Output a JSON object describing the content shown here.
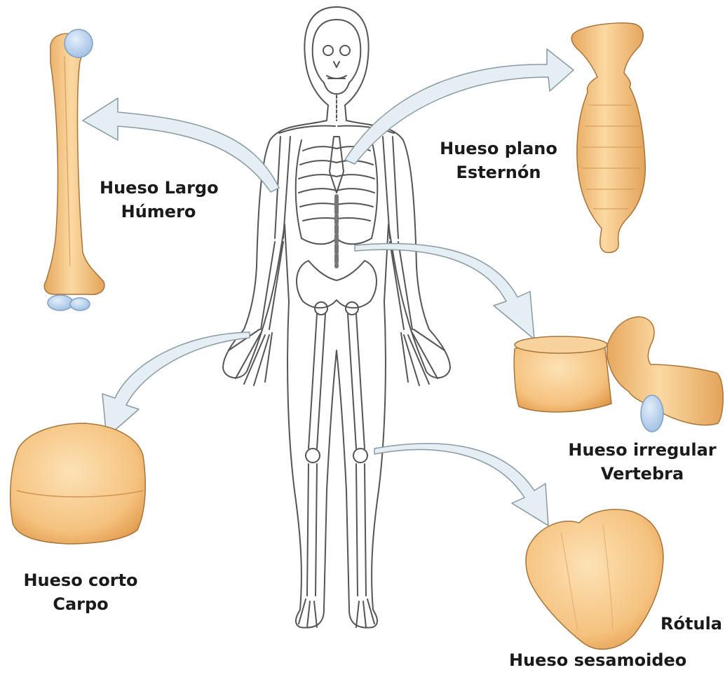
{
  "labels": {
    "long": {
      "type": "Hueso Largo",
      "example": "Húmero"
    },
    "flat": {
      "type": "Hueso plano",
      "example": "Esternón"
    },
    "irregular": {
      "type": "Hueso irregular",
      "example": "Vertebra"
    },
    "short": {
      "type": "Hueso corto",
      "example": "Carpo"
    },
    "sesamoid": {
      "type": "Hueso sesamoideo",
      "example": "Rótula"
    }
  },
  "colors": {
    "bone": "#f5c889",
    "bone_shadow": "#e0a25a",
    "cartilage": "#b9d3ee",
    "arrow_fill": "#e4eef3",
    "outline": "#555555"
  }
}
